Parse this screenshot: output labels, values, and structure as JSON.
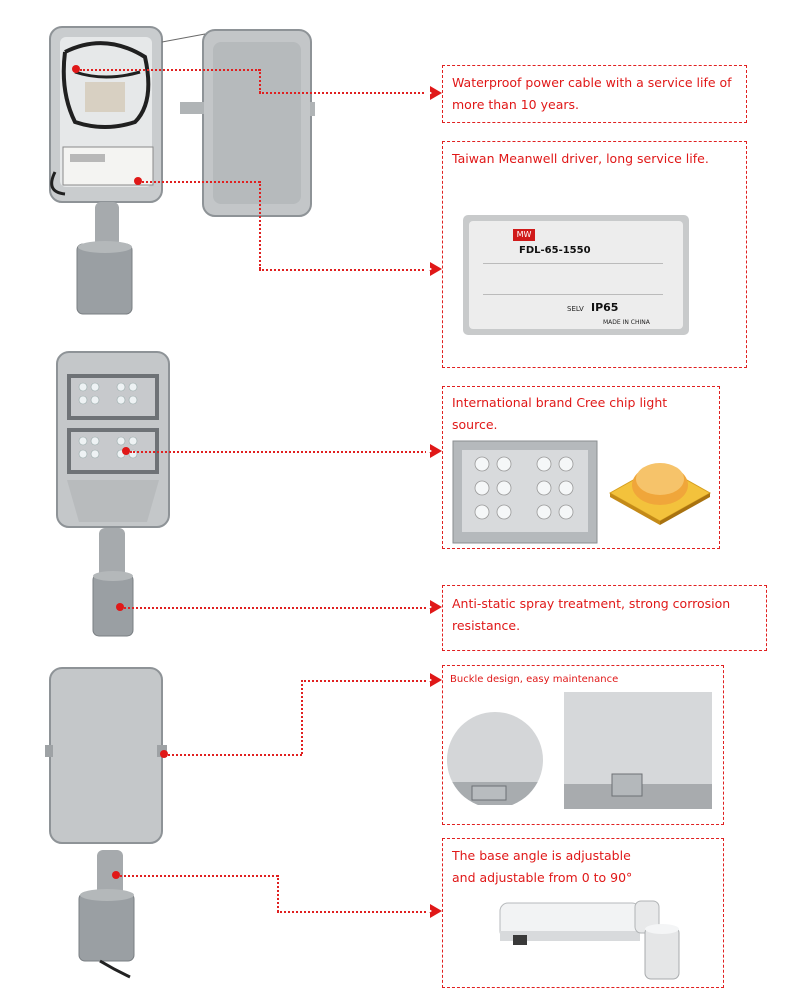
{
  "features": [
    {
      "text": "Waterproof power cable with a service life of more than 10 years."
    },
    {
      "text": "Taiwan Meanwell driver, long service life."
    },
    {
      "text": "International brand Cree chip light source."
    },
    {
      "text": "Anti-static spray treatment, strong corrosion resistance."
    },
    {
      "text": "Buckle design, easy maintenance"
    },
    {
      "text": "The base angle is adjustable and adjustable from 0 to 90°"
    }
  ],
  "driver_label": {
    "model": "FDL-65-1550",
    "rating": "IP65",
    "selv": "SELV",
    "origin": "MADE IN CHINA",
    "brand": "MW"
  },
  "colors": {
    "accent": "#e01818",
    "housing": "#9a9fa3"
  }
}
